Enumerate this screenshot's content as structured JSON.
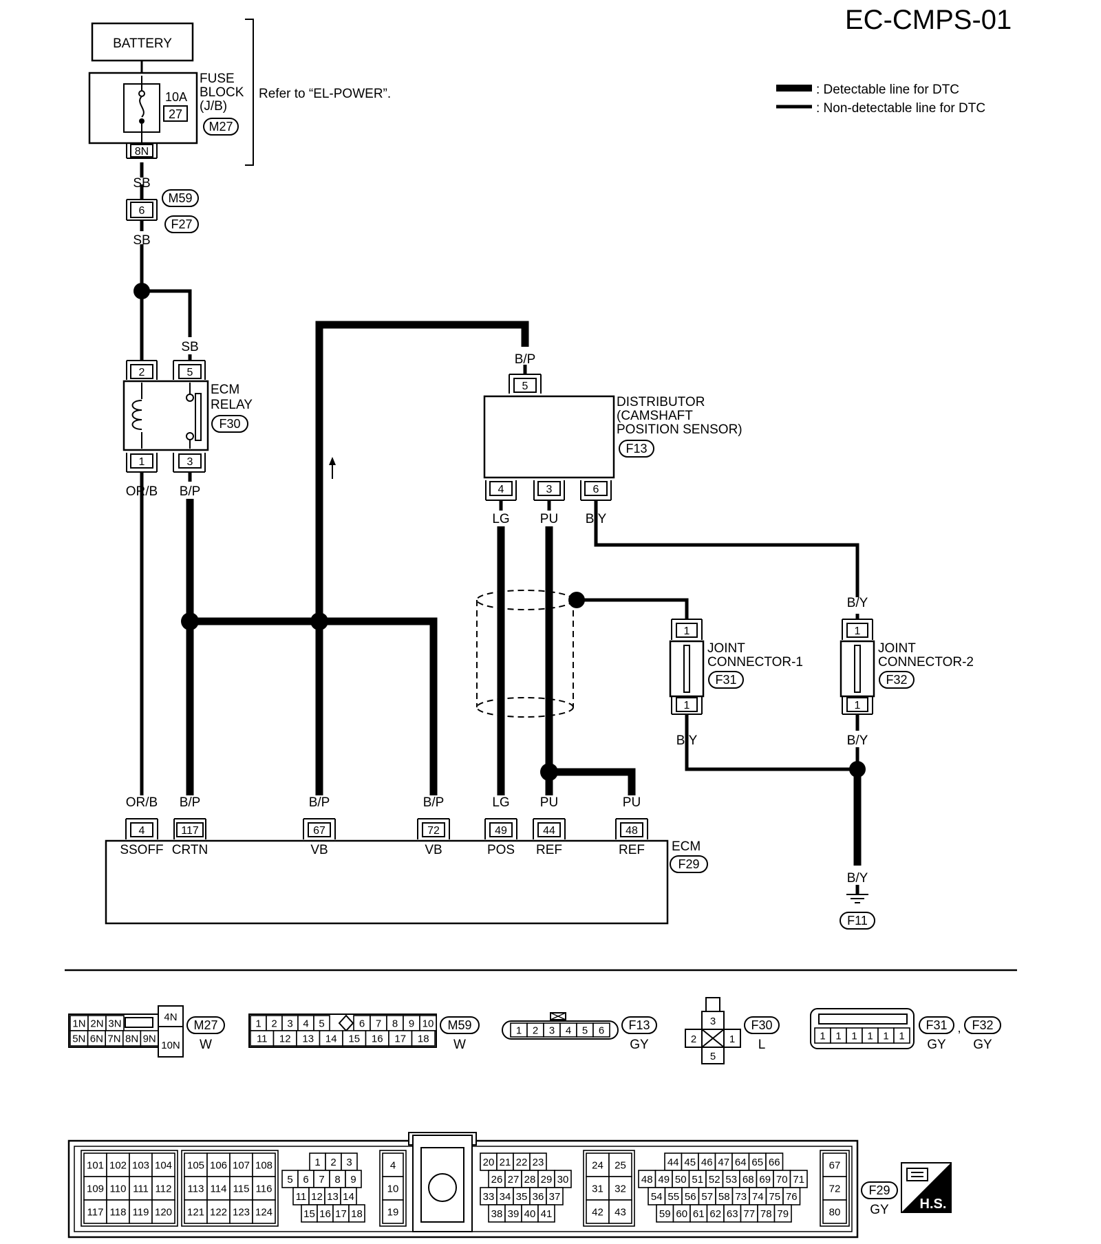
{
  "title": "EC-CMPS-01",
  "legend": {
    "detectable": ": Detectable line for DTC",
    "non_detectable": ": Non-detectable line for DTC"
  },
  "battery": "BATTERY",
  "fuse_block": {
    "line1": "FUSE",
    "line2": "BLOCK",
    "line3": "(J/B)",
    "amps": "10A",
    "fuse_no": "27",
    "connector": "M27",
    "pin": "8N",
    "refer": "Refer to “EL-POWER”."
  },
  "harness_connector": {
    "pin": "6",
    "connector_top": "M59",
    "connector_bottom": "F27"
  },
  "wire_colors": {
    "sb_1": "SB",
    "sb_2": "SB",
    "sb_3": "SB",
    "orb_top": "OR/B",
    "bp_relay": "B/P",
    "bp_dist": "B/P",
    "lg_dist": "LG",
    "pu_dist": "PU",
    "by_dist": "B/Y",
    "by_j2_top": "B/Y",
    "by_j1_bot": "B/Y",
    "by_j2_bot": "B/Y",
    "by_ground": "B/Y",
    "orb_ecm": "OR/B",
    "bp_ecm_117": "B/P",
    "bp_ecm_67": "B/P",
    "bp_ecm_72": "B/P",
    "lg_ecm": "LG",
    "pu_ecm_44": "PU",
    "pu_ecm_48": "PU"
  },
  "ecm_relay": {
    "line1": "ECM",
    "line2": "RELAY",
    "connector": "F30",
    "pin_2": "2",
    "pin_5": "5",
    "pin_1": "1",
    "pin_3": "3"
  },
  "distributor": {
    "line1": "DISTRIBUTOR",
    "line2": "(CAMSHAFT",
    "line3": "POSITION SENSOR)",
    "connector": "F13",
    "pin_5": "5",
    "pin_4": "4",
    "pin_3": "3",
    "pin_6": "6"
  },
  "joint_connector_1": {
    "line1": "JOINT",
    "line2": "CONNECTOR-1",
    "connector": "F31",
    "pin_top": "1",
    "pin_bottom": "1"
  },
  "joint_connector_2": {
    "line1": "JOINT",
    "line2": "CONNECTOR-2",
    "connector": "F32",
    "pin_top": "1",
    "pin_bottom": "1"
  },
  "ground_connector": "F11",
  "ecm": {
    "label": "ECM",
    "connector": "F29",
    "pins": [
      {
        "pin": "4",
        "name": "SSOFF"
      },
      {
        "pin": "117",
        "name": "CRTN"
      },
      {
        "pin": "67",
        "name": "VB"
      },
      {
        "pin": "72",
        "name": "VB"
      },
      {
        "pin": "49",
        "name": "POS"
      },
      {
        "pin": "44",
        "name": "REF"
      },
      {
        "pin": "48",
        "name": "REF"
      }
    ]
  },
  "connector_views": {
    "m27": {
      "name": "M27",
      "color": "W",
      "row1": [
        "1N",
        "2N",
        "3N"
      ],
      "row2": [
        "5N",
        "6N",
        "7N",
        "8N",
        "9N"
      ],
      "right_top": "4N",
      "right_bottom": "10N"
    },
    "m59": {
      "name": "M59",
      "color": "W",
      "row1a": [
        "1",
        "2",
        "3",
        "4",
        "5"
      ],
      "row1b": [
        "6",
        "7",
        "8",
        "9",
        "10"
      ],
      "row2": [
        "11",
        "12",
        "13",
        "14",
        "15",
        "16",
        "17",
        "18"
      ]
    },
    "f13": {
      "name": "F13",
      "color": "GY",
      "pins": [
        "1",
        "2",
        "3",
        "4",
        "5",
        "6"
      ]
    },
    "f30": {
      "name": "F30",
      "color": "L",
      "top": "3",
      "left": "2",
      "right": "1",
      "bottom": "5"
    },
    "f31_f32": {
      "name1": "F31",
      "name2": "F32",
      "separator": ",",
      "color1": "GY",
      "color2": "GY",
      "pins": [
        "1",
        "1",
        "1",
        "1",
        "1",
        "1"
      ]
    },
    "f29": {
      "name": "F29",
      "color": "GY",
      "g1": [
        [
          "101",
          "102",
          "103",
          "104"
        ],
        [
          "109",
          "110",
          "111",
          "112"
        ],
        [
          "117",
          "118",
          "119",
          "120"
        ]
      ],
      "g2": [
        [
          "105",
          "106",
          "107",
          "108"
        ],
        [
          "113",
          "114",
          "115",
          "116"
        ],
        [
          "121",
          "122",
          "123",
          "124"
        ]
      ],
      "g3": [
        [
          "1",
          "2",
          "3"
        ],
        [
          "5",
          "6",
          "7",
          "8",
          "9"
        ],
        [
          "11",
          "12",
          "13",
          "14"
        ],
        [
          "15",
          "16",
          "17",
          "18"
        ]
      ],
      "g4": [
        "4",
        "10",
        "19"
      ],
      "g5": [
        [
          "20",
          "21",
          "22",
          "23"
        ],
        [
          "26",
          "27",
          "28",
          "29",
          "30"
        ],
        [
          "33",
          "34",
          "35",
          "36",
          "37"
        ],
        [
          "38",
          "39",
          "40",
          "41"
        ]
      ],
      "g6": [
        [
          "24",
          "25"
        ],
        [
          "31",
          "32"
        ],
        [
          "42",
          "43"
        ]
      ],
      "g7": [
        [
          "44",
          "45",
          "46",
          "47",
          "64",
          "65",
          "66"
        ],
        [
          "48",
          "49",
          "50",
          "51",
          "52",
          "53",
          "68",
          "69",
          "70",
          "71"
        ],
        [
          "54",
          "55",
          "56",
          "57",
          "58",
          "73",
          "74",
          "75",
          "76"
        ],
        [
          "59",
          "60",
          "61",
          "62",
          "63",
          "77",
          "78",
          "79"
        ]
      ],
      "g8": [
        "67",
        "72",
        "80"
      ]
    },
    "hs_badge": "H.S."
  }
}
